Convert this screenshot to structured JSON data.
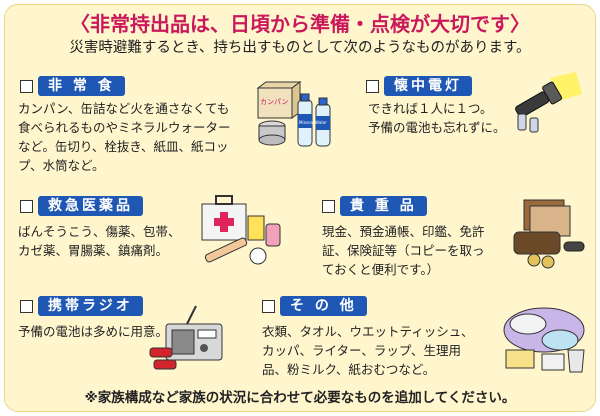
{
  "title": "〈非常持出品は、日頃から準備・点検が大切です〉",
  "subtitle": "災害時避難するとき、持ち出すものとして次のようなものがあります。",
  "categories": {
    "food": {
      "label": "非 常 食",
      "desc": "カンパン、缶詰など火を通さなくても\n食べられるものやミネラルウォーター\nなど。缶切り、栓抜き、紙皿、紙コッ\nプ、水筒など。",
      "pack_label": "カンパン",
      "bottle_label": "Mineral Water"
    },
    "flashlight": {
      "label": "懐中電灯",
      "desc": "できれば１人に１つ。\n予備の電池も忘れずに。"
    },
    "medicine": {
      "label": "救急医薬品",
      "desc": "ばんそうこう、傷薬、包帯、\nカゼ薬、胃腸薬、鎮痛剤。"
    },
    "valuables": {
      "label": "貴 重 品",
      "desc": "現金、預金通帳、印鑑、免許\n証、保険証等（コピーを取っ\nておくと便利です。）"
    },
    "radio": {
      "label": "携帯ラジオ",
      "desc": "予備の電池は多めに用意。"
    },
    "other": {
      "label": "そ の 他",
      "desc": "衣類、タオル、ウエットティッシュ、\nカッパ、ライター、ラップ、生理用\n品、粉ミルク、紙おむつなど。"
    }
  },
  "footer": "※家族構成など家族の状況に合わせて必要なものを追加してください。",
  "colors": {
    "title": "#c9185b",
    "label_bg": "#1f57b4",
    "background": "#fff6ce"
  }
}
